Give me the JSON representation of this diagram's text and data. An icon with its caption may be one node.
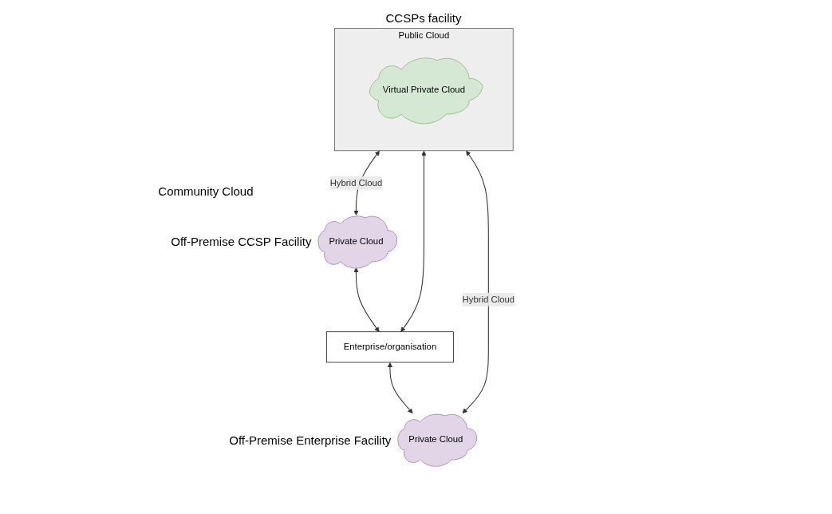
{
  "diagram": {
    "nodes": [
      {
        "text": [
          "Public Cloud"
        ],
        "beside": [
          "CCSPs facility"
        ]
      },
      {
        "text": [
          "Virtual Private Cloud"
        ],
        "in": 0
      },
      {
        "text": [
          "Private Cloud"
        ],
        "beside": [
          "Off-Premise CCSP Facility"
        ]
      },
      {
        "text": [
          "Enterprise/organisation"
        ]
      },
      {
        "text": [
          "Private Cloud"
        ],
        "beside": [
          "Off-Premise Enterprise Facility"
        ]
      }
    ],
    "edges": [
      {
        "from": 0,
        "to": 2,
        "arrow": "both",
        "label": "Hybrid Cloud"
      },
      {
        "from": 0,
        "to": 3,
        "arrow": "both"
      },
      {
        "from": 0,
        "to": 4,
        "arrow": "both",
        "label": "Hybrid Cloud"
      },
      {
        "from": 2,
        "to": 3,
        "arrow": "both"
      },
      {
        "from": 3,
        "to": 4,
        "arrow": "both"
      }
    ],
    "labels": [
      "Community Cloud"
    ]
  }
}
